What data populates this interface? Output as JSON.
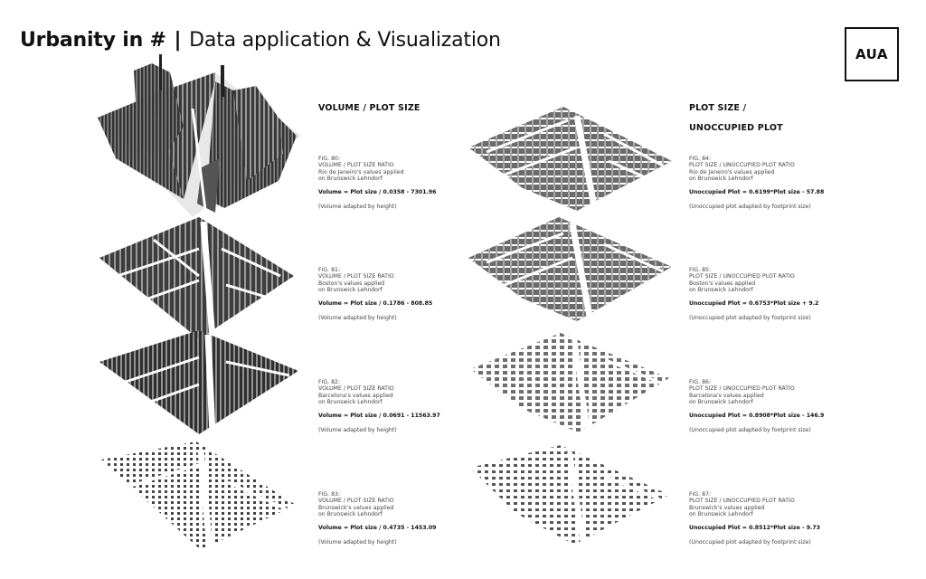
{
  "header": {
    "title_bold": "Urbanity in #",
    "separator": "|",
    "title_rest": "Data application & Visualization"
  },
  "logo": {
    "text": "AUA"
  },
  "left": {
    "heading": "VOLUME / PLOT SIZE",
    "figures": [
      {
        "fig": "FIG. 80:",
        "l1": "VOLUME / PLOT SIZE RATIO",
        "l2": "Rio de Janeiro's values applied",
        "l3": "on Brunswick Lehndorf",
        "formula": "Volume = Plot size / 0.0358 - 7301.96",
        "note": "(Volume adapted by height)"
      },
      {
        "fig": "FIG. 81:",
        "l1": "VOLUME / PLOT SIZE RATIO",
        "l2": "Boston's values applied",
        "l3": "on Brunswick Lehndorf",
        "formula": "Volume = Plot size / 0.1786 - 808.85",
        "note": "(Volume adapted by height)"
      },
      {
        "fig": "FIG. 82:",
        "l1": "VOLUME / PLOT SIZE RATIO",
        "l2": "Barcelona's values applied",
        "l3": "on Brunswick Lehndorf",
        "formula": "Volume = Plot size / 0.0691 - 11563.97",
        "note": "(Volume adapted by height)"
      },
      {
        "fig": "FIG. 83:",
        "l1": "VOLUME / PLOT SIZE RATIO",
        "l2": "Brunswick's values applied",
        "l3": "on Brunswick Lehndorf",
        "formula": "Volume = Plot size / 0.4735 - 1453.09",
        "note": "(Volume adapted by height)"
      }
    ]
  },
  "right": {
    "heading_line1": "PLOT SIZE /",
    "heading_line2": "UNOCCUPIED PLOT",
    "figures": [
      {
        "fig": "FIG. 84:",
        "l1": "PLOT SIZE / UNOCCUPIED PLOT RATIO",
        "l2": "Rio de Janeiro's values applied",
        "l3": "on Brunswick Lehndorf",
        "formula": "Unoccupied Plot = 0.6199*Plot size - 57.88",
        "note": "(Unoccupied plot adapted by footprint size)"
      },
      {
        "fig": "FIG. 85:",
        "l1": "PLOT SIZE / UNOCCUPIED PLOT RATIO",
        "l2": "Boston's values applied",
        "l3": "on Brunswick Lehndorf",
        "formula": "Unoccupied Plot = 0.6753*Plot size + 9.2",
        "note": "(Unoccupied plot adapted by footprint size)"
      },
      {
        "fig": "FIG. 86:",
        "l1": "PLOT SIZE / UNOCCUPIED PLOT RATIO",
        "l2": "Barcelona's values applied",
        "l3": "on Brunswick Lehndorf",
        "formula": "Unoccupied Plot = 0.8908*Plot size - 146.9",
        "note": "(Unoccupied plot adapted by footprint size)"
      },
      {
        "fig": "FIG. 87:",
        "l1": "PLOT SIZE / UNOCCUPIED PLOT RATIO",
        "l2": "Brunswick's values applied",
        "l3": "on Brunswick Lehndorf",
        "formula": "Unoccupied Plot = 0.8512*Plot size - 9.73",
        "note": "(Unoccupied plot adapted by footprint size)"
      }
    ]
  }
}
